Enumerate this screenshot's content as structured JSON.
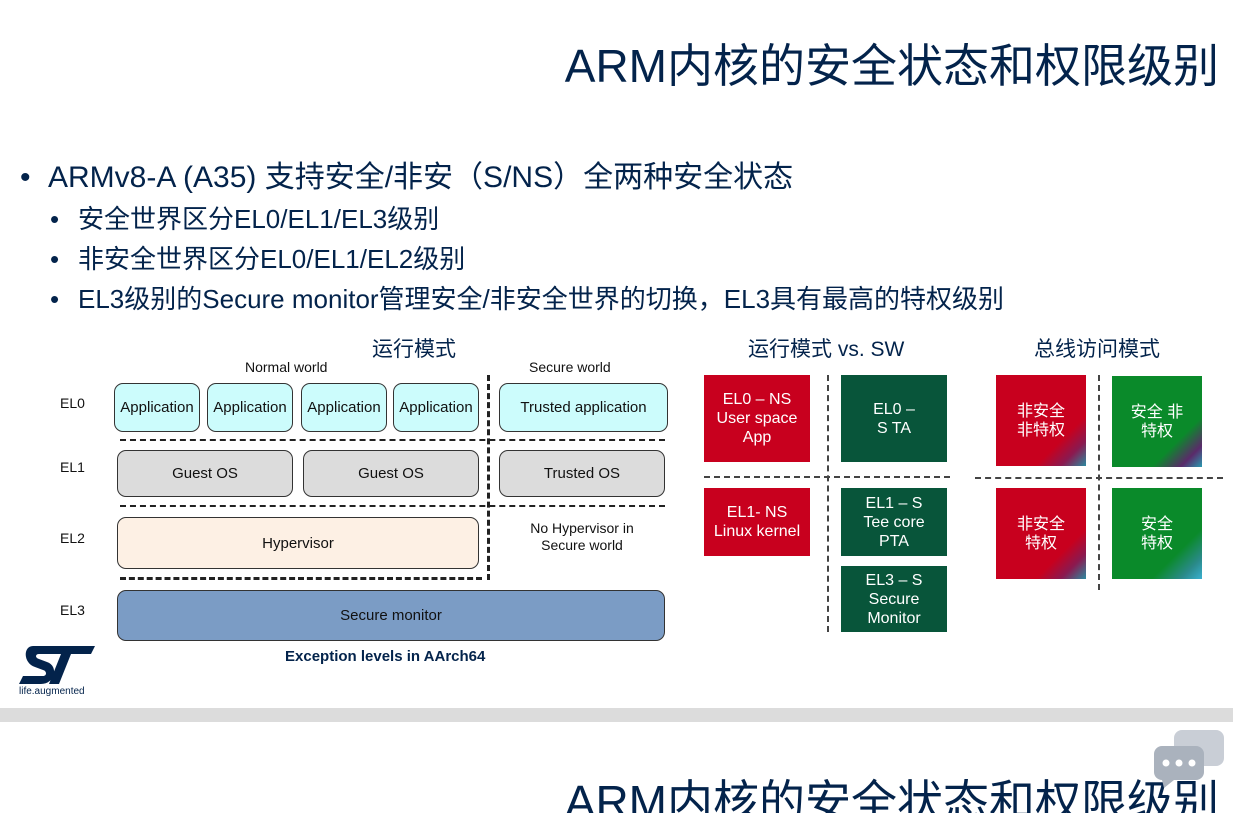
{
  "title": "ARM内核的安全状态和权限级别",
  "bullets": [
    "ARMv8-A (A35) 支持安全/非安（S/NS）全两种安全状态",
    "安全世界区分EL0/EL1/EL3级别",
    "非安全世界区分EL0/EL1/EL2级别",
    "EL3级别的Secure monitor管理安全/非安全世界的切换，EL3具有最高的特权级别"
  ],
  "bullet_symbol": "•",
  "diagram1": {
    "header": "运行模式",
    "normal_world": "Normal world",
    "secure_world": "Secure world",
    "levels": [
      "EL0",
      "EL1",
      "EL2",
      "EL3"
    ],
    "apps": [
      "Application",
      "Application",
      "Application",
      "Application"
    ],
    "trusted_app": "Trusted application",
    "guest_os": [
      "Guest OS",
      "Guest OS"
    ],
    "trusted_os": "Trusted OS",
    "hypervisor": "Hypervisor",
    "no_hypervisor": "No Hypervisor in Secure world",
    "secure_monitor": "Secure monitor",
    "caption": "Exception levels in AArch64"
  },
  "diagram2": {
    "header": "运行模式 vs. SW",
    "el0_ns": "EL0 – NS User space App",
    "el1_ns": "EL1- NS Linux kernel",
    "el0_s": "EL0 – S TA",
    "el1_s": "EL1 – S Tee core PTA",
    "el3_s": "EL3 – S Secure Monitor"
  },
  "diagram3": {
    "header": "总线访问模式",
    "ns_np": "非安全 非特权",
    "s_np": "安全 非特权",
    "ns_p": "非安全 特权",
    "s_p": "安全 特权"
  },
  "logo": {
    "text": "life.augmented",
    "mark": "ST"
  },
  "colors": {
    "title": "#03234b",
    "red": "#c8001e",
    "dark_green": "#08553a",
    "green": "#0a8a2a",
    "app_fill": "#ccfcfc",
    "monitor_fill": "#7b9cc5"
  }
}
